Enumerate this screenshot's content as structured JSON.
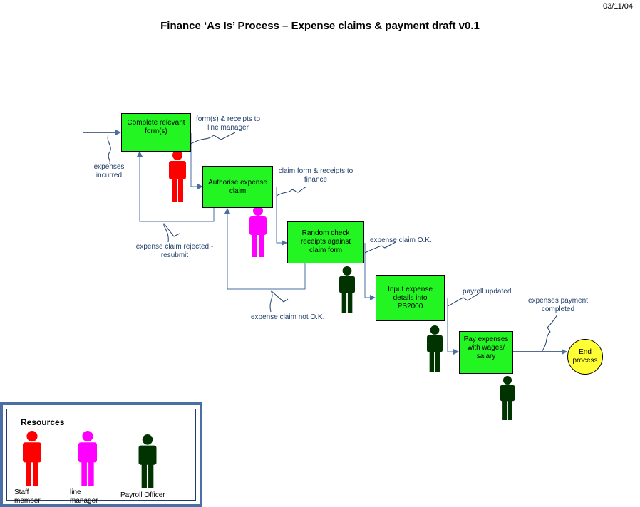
{
  "date": "03/11/04",
  "title": "Finance ‘As Is’ Process – Expense claims & payment draft v0.1",
  "steps": {
    "complete": "Complete relevant form(s)",
    "authorise": "Authorise expense claim",
    "random": "Random check receipts against claim form",
    "input": "Input expense details into PS2000",
    "pay": "Pay expenses with wages/ salary",
    "end": "End process"
  },
  "flows": {
    "expenses_incurred": "expenses incurred",
    "forms_to_manager": "form(s) & receipts to line manager",
    "claim_to_finance": "claim form & receipts to finance",
    "rejected": "expense claim rejected - resubmit",
    "claim_ok": "expense claim O.K.",
    "claim_not_ok": "expense claim not O.K.",
    "payroll_updated": "payroll updated",
    "payment_completed": "expenses payment completed"
  },
  "legend": {
    "title": "Resources",
    "staff": "Staff member",
    "manager": "line manager",
    "payroll": "Payroll Officer"
  },
  "colors": {
    "staff": "#ff0000",
    "manager": "#ff00ff",
    "payroll": "#003300",
    "box": "#22f522",
    "end": "#ffff33",
    "line": "#4a6fa5"
  }
}
